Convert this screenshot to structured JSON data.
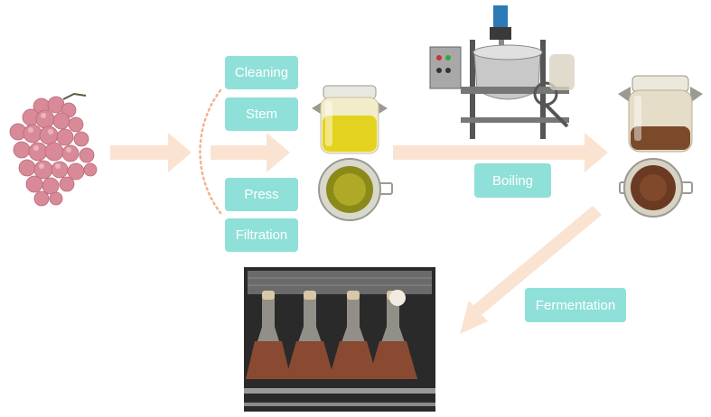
{
  "steps": {
    "cleaning": "Cleaning",
    "stem": "Stem",
    "press": "Press",
    "filtration": "Filtration",
    "boiling": "Boiling",
    "fermentation": "Fermentation"
  },
  "colors": {
    "step_box": "#8fe0d8",
    "step_text": "#ffffff",
    "arrow": "#fbe3d2",
    "bracket": "#f0b48e",
    "grape": "#d98a98",
    "juice_fresh": "#e3d21e",
    "juice_boiled": "#7a4a2a",
    "ferment": "#8a4a32"
  }
}
